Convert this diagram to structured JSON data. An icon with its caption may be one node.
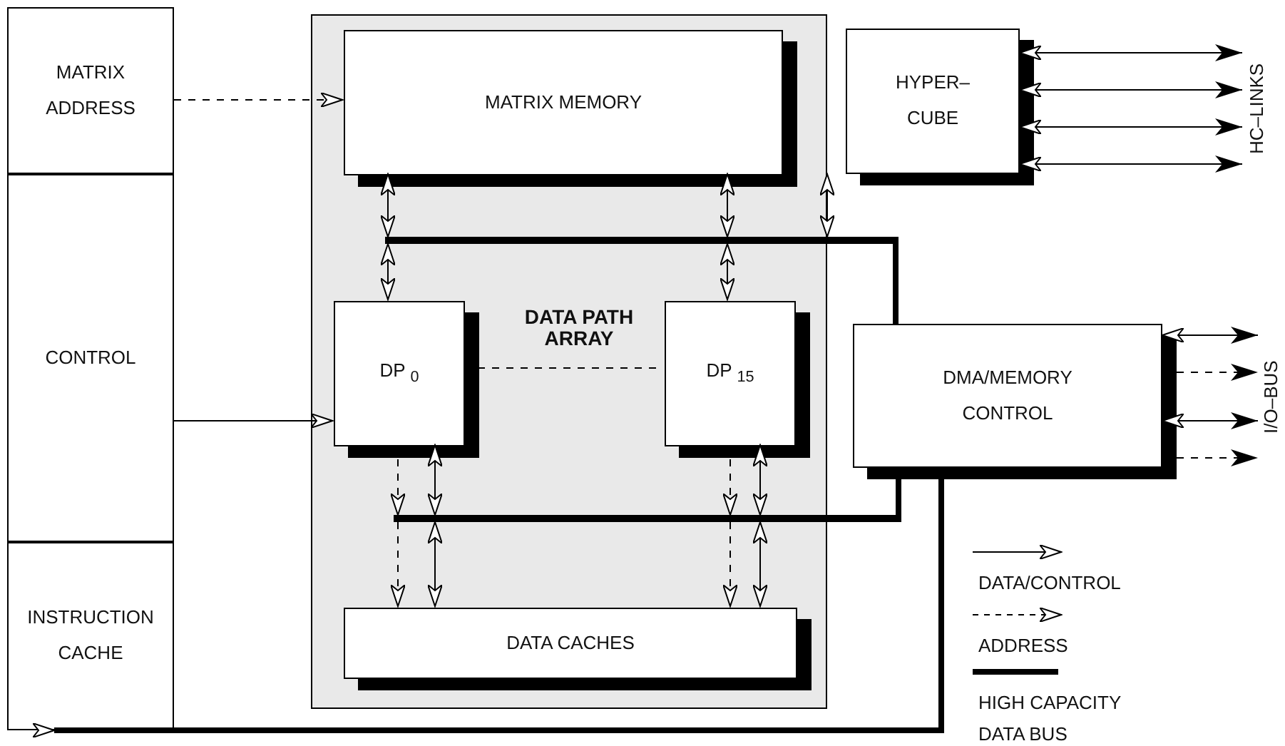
{
  "diagram": {
    "nodes": [
      {
        "text": [
          "MATRIX ADDRESS"
        ]
      },
      {
        "text": [
          "CONTROL"
        ]
      },
      {
        "text": [
          "INSTRUCTION CACHE"
        ]
      },
      {
        "text": [
          "DATA PATH ARRAY"
        ]
      },
      {
        "text": [
          "MATRIX MEMORY"
        ],
        "in": 3
      },
      {
        "text": [
          "HYPER– CUBE"
        ]
      },
      {
        "text": [],
        "shape": "bar"
      },
      {
        "text": [
          "DP $_{0}$"
        ],
        "in": 3
      },
      {
        "text": [
          "DP $_{15}$"
        ],
        "in": 3
      },
      {
        "text": [
          "DMA/MEMORY CONTROL"
        ]
      },
      {
        "text": [],
        "shape": "bar"
      },
      {
        "text": [
          "DATA CACHES"
        ],
        "in": 3
      },
      {
        "text": [
          "HC–LINKS"
        ]
      },
      {
        "text": [
          "I/O–BUS"
        ]
      }
    ],
    "edges": [
      {
        "from": 0,
        "to": 4,
        "arrow": "to",
        "style": "dashed"
      },
      {
        "from": 4,
        "to": 6,
        "arrow": "both"
      },
      {
        "from": 4,
        "to": 6,
        "arrow": "both"
      },
      {
        "from": 6,
        "to": 7,
        "arrow": "both"
      },
      {
        "from": 6,
        "to": 8,
        "arrow": "both"
      },
      {
        "from": 5,
        "to": 6,
        "arrow": "both"
      },
      {
        "from": 6,
        "to": 9,
        "arrow": "none",
        "style": "thick"
      },
      {
        "from": 1,
        "to": 7,
        "arrow": "to"
      },
      {
        "from": 7,
        "to": 8,
        "arrow": "none",
        "style": "dashed"
      },
      {
        "from": 7,
        "to": 10,
        "arrow": "to",
        "style": "dashed"
      },
      {
        "from": 7,
        "to": 10,
        "arrow": "both"
      },
      {
        "from": 8,
        "to": 10,
        "arrow": "to",
        "style": "dashed"
      },
      {
        "from": 8,
        "to": 10,
        "arrow": "both"
      },
      {
        "from": 10,
        "to": 11,
        "arrow": "to",
        "style": "dashed"
      },
      {
        "from": 10,
        "to": 11,
        "arrow": "both"
      },
      {
        "from": 10,
        "to": 11,
        "arrow": "to",
        "style": "dashed"
      },
      {
        "from": 10,
        "to": 11,
        "arrow": "both"
      },
      {
        "from": 10,
        "to": 9,
        "arrow": "none",
        "style": "thick"
      },
      {
        "from": 9,
        "to": 2,
        "arrow": "to",
        "style": "thick"
      },
      {
        "from": 5,
        "to": 12,
        "arrow": "both"
      },
      {
        "from": 5,
        "to": 12,
        "arrow": "both"
      },
      {
        "from": 5,
        "to": 12,
        "arrow": "both"
      },
      {
        "from": 5,
        "to": 12,
        "arrow": "both"
      },
      {
        "from": 9,
        "to": 13,
        "arrow": "both"
      },
      {
        "from": 9,
        "to": 13,
        "arrow": "to",
        "style": "dashed"
      },
      {
        "from": 9,
        "to": 13,
        "arrow": "both"
      },
      {
        "from": 9,
        "to": 13,
        "arrow": "to",
        "style": "dashed"
      }
    ],
    "legend": [
      {
        "text": "DATA/CONTROL"
      },
      {
        "text": "ADDRESS"
      },
      {
        "text": "HIGH CAPACITY DATA BUS"
      }
    ]
  }
}
